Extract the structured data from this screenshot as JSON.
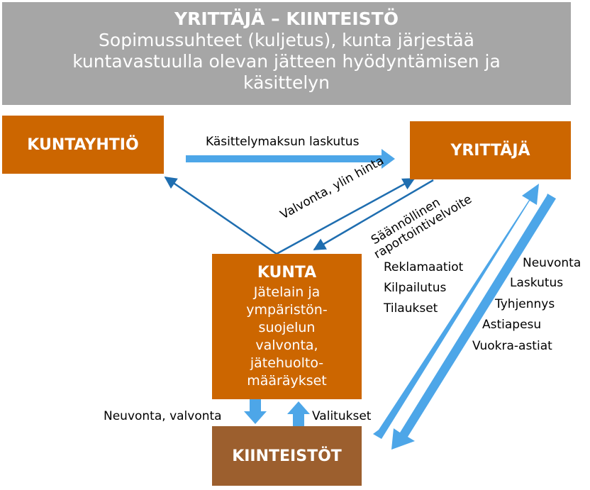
{
  "banner": {
    "title": "YRITTÄJÄ – KIINTEISTÖ",
    "subtitle": "Sopimussuhteet (kuljetus), kunta järjestää kuntavastuulla olevan jätteen hyödyntämisen ja käsittelyn"
  },
  "nodes": {
    "kuntayhtio": "KUNTAYHTIÖ",
    "yrittaja": "YRITTÄJÄ",
    "kunta_title": "KUNTA",
    "kunta_desc": "Jätelain ja ympäristön-suojelun valvonta, jätehuolto-määräykset",
    "kiinteistot": "KIINTEISTÖT"
  },
  "labels": {
    "kasittelymaksu": "Käsittelymaksun laskutus",
    "valvonta_hinta": "Valvonta, ylin hinta",
    "raportointi_line1": "Säännöllinen",
    "raportointi_line2": "raportointivelvoite",
    "neuvonta_valvonta": "Neuvonta, valvonta",
    "valitukset": "Valitukset",
    "left_list": [
      "Reklamaatiot",
      "Kilpailutus",
      "Tilaukset"
    ],
    "right_list": [
      "Neuvonta",
      "Laskutus",
      "Tyhjennys",
      "Astiapesu",
      "Vuokra-astiat"
    ]
  },
  "colors": {
    "banner": "#a6a6a6",
    "node_orange": "#cc6600",
    "node_brown": "#9c5f2e",
    "arrow_light": "#4da6e8",
    "arrow_dark": "#1f6eb0"
  }
}
